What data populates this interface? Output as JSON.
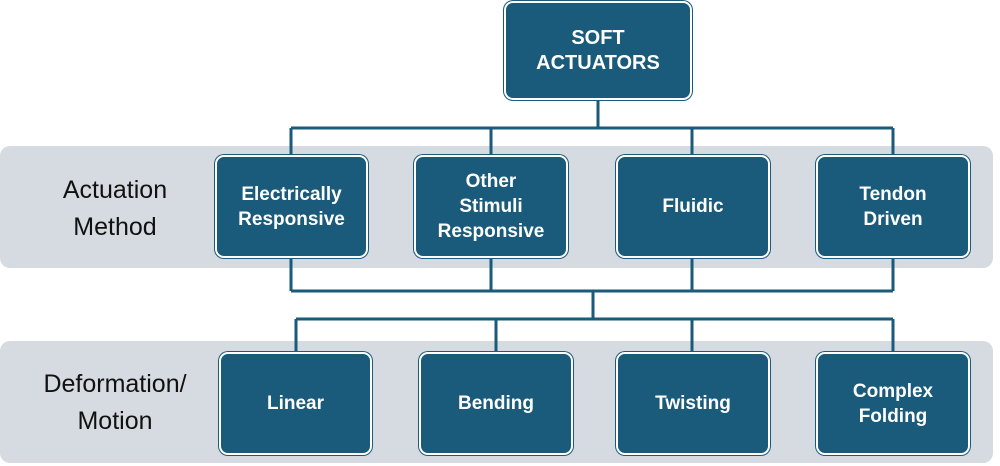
{
  "root": {
    "label": "SOFT\nACTUATORS"
  },
  "rows": {
    "actuation": {
      "label": "Actuation\nMethod"
    },
    "deformation": {
      "label": "Deformation/\nMotion"
    }
  },
  "methods": [
    {
      "label": "Electrically\nResponsive"
    },
    {
      "label": "Other\nStimuli\nResponsive"
    },
    {
      "label": "Fluidic"
    },
    {
      "label": "Tendon\nDriven"
    }
  ],
  "motions": [
    {
      "label": "Linear"
    },
    {
      "label": "Bending"
    },
    {
      "label": "Twisting"
    },
    {
      "label": "Complex\nFolding"
    }
  ],
  "colors": {
    "box": "#1a5a7a",
    "band": "#d6dbe1",
    "line": "#1a5a7a"
  }
}
